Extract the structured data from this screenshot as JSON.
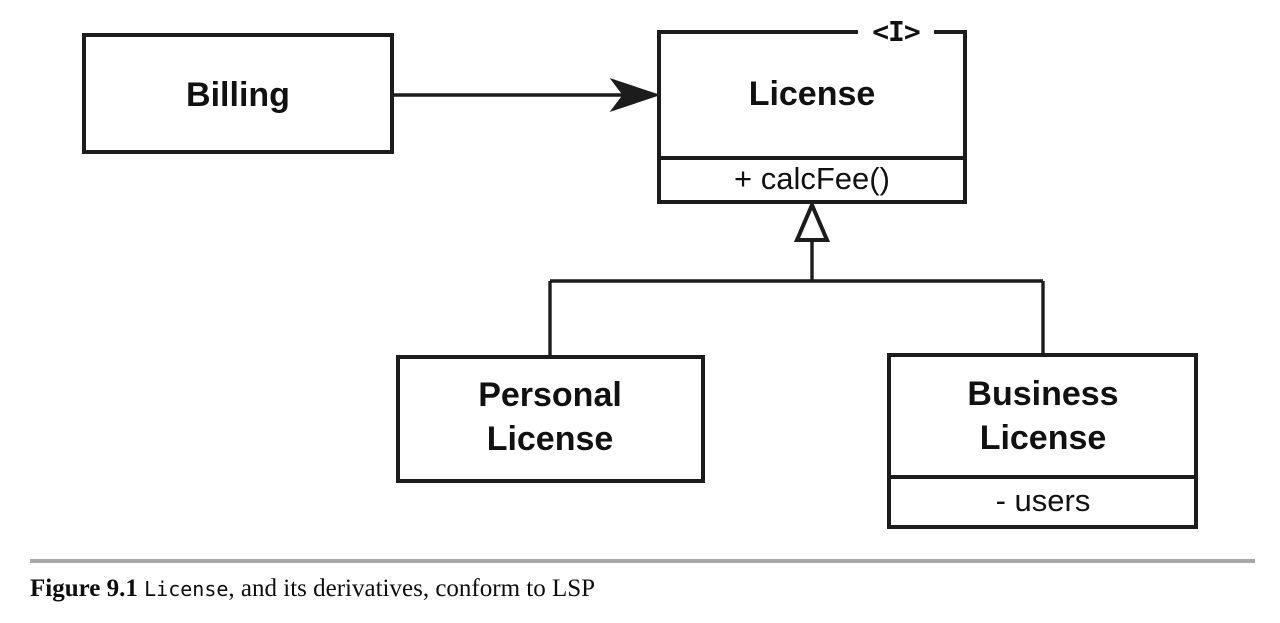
{
  "diagram": {
    "type": "uml-class-diagram",
    "classes": [
      {
        "id": "billing",
        "name": "Billing",
        "stereotype": null,
        "members": []
      },
      {
        "id": "license",
        "name": "License",
        "stereotype": "<I>",
        "members": [
          "+ calcFee()"
        ]
      },
      {
        "id": "personal-license",
        "name_line1": "Personal",
        "name_line2": "License",
        "stereotype": null,
        "members": []
      },
      {
        "id": "business-license",
        "name_line1": "Business",
        "name_line2": "License",
        "stereotype": null,
        "members": [
          "- users"
        ]
      }
    ],
    "relationships": [
      {
        "kind": "association",
        "from": "billing",
        "to": "license",
        "arrow": "open-arrow"
      },
      {
        "kind": "generalization",
        "from": "personal-license",
        "to": "license",
        "arrow": "hollow-triangle"
      },
      {
        "kind": "generalization",
        "from": "business-license",
        "to": "license",
        "arrow": "hollow-triangle"
      }
    ],
    "colors": {
      "stroke": "#1c1c1c",
      "fill": "#ffffff",
      "text": "#111111",
      "rule": "#a8a8a8"
    }
  },
  "caption": {
    "label": "Figure 9.1",
    "code_term": "License",
    "rest": ", and its derivatives, conform to LSP"
  }
}
